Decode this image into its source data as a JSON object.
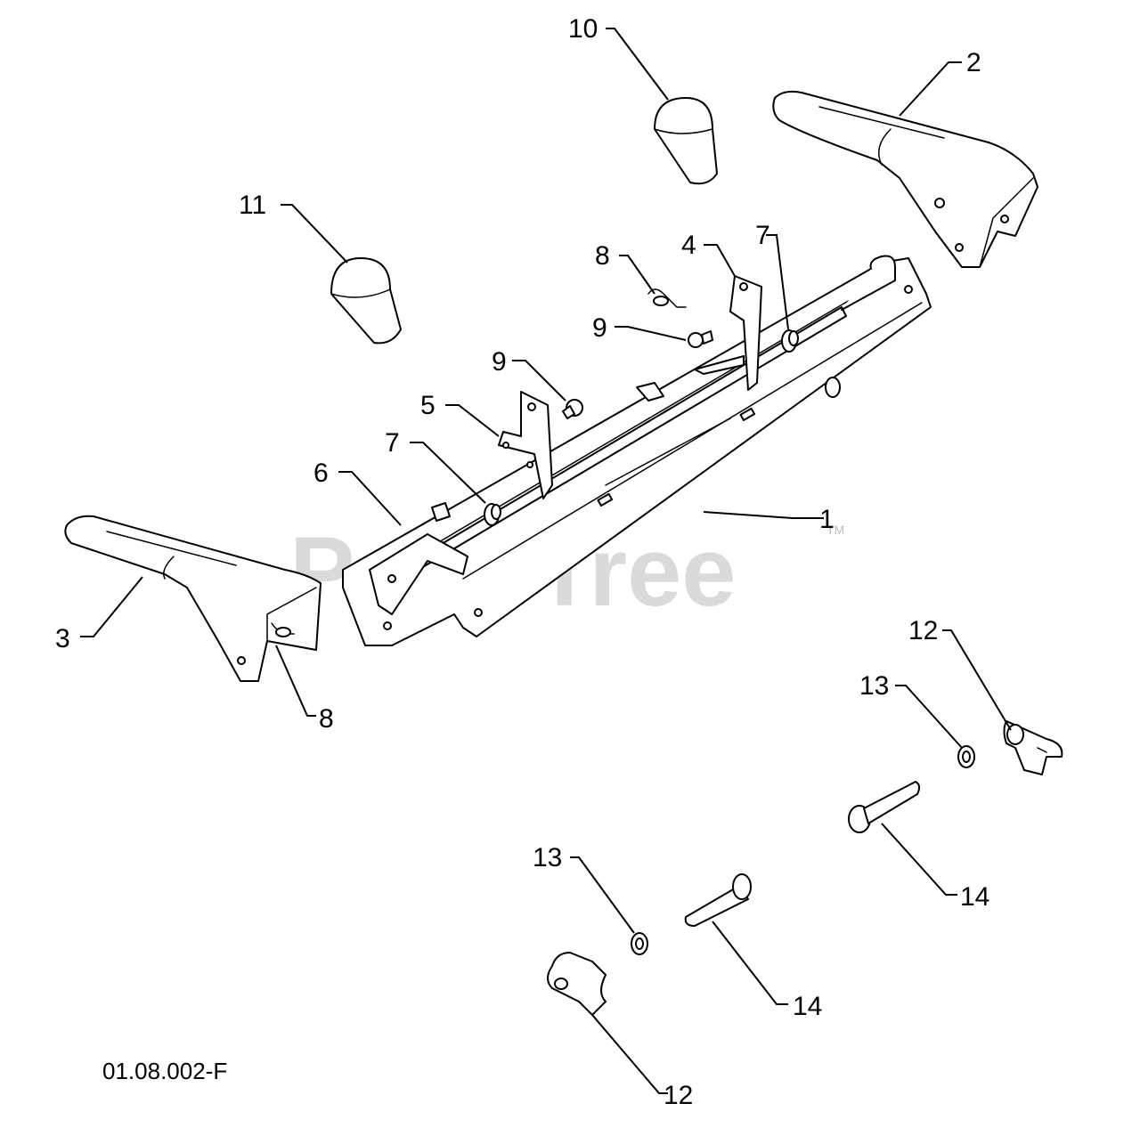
{
  "figure_code": "01.08.002-F",
  "watermark": {
    "text": "PartsTree",
    "trademark": "TM"
  },
  "callouts": [
    {
      "label": "1"
    },
    {
      "label": "2"
    },
    {
      "label": "3"
    },
    {
      "label": "4"
    },
    {
      "label": "5"
    },
    {
      "label": "6"
    },
    {
      "label": "7"
    },
    {
      "label": "7"
    },
    {
      "label": "8"
    },
    {
      "label": "8"
    },
    {
      "label": "9"
    },
    {
      "label": "9"
    },
    {
      "label": "10"
    },
    {
      "label": "11"
    },
    {
      "label": "12"
    },
    {
      "label": "12"
    },
    {
      "label": "13"
    },
    {
      "label": "13"
    },
    {
      "label": "14"
    },
    {
      "label": "14"
    }
  ]
}
